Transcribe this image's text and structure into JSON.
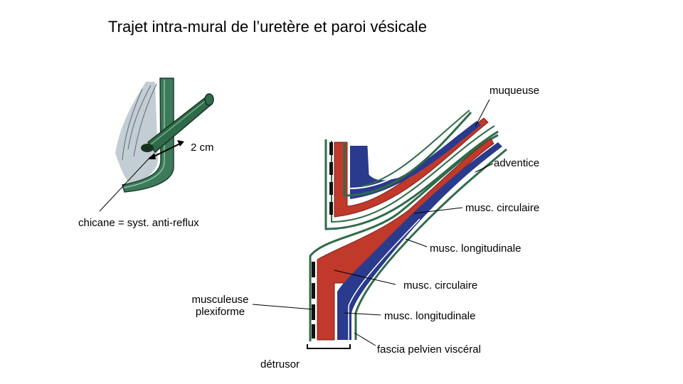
{
  "title": "Trajet intra-mural de l’uretère et paroi vésicale",
  "left_figure": {
    "measure": "2 cm",
    "chicane": "chicane = syst. anti-reflux"
  },
  "right_figure": {
    "muqueuse": "muqueuse",
    "adventice": "adventice",
    "musc_circulaire_1": "musc. circulaire",
    "musc_longitudinale_1": "musc. longitudinale",
    "musc_circulaire_2": "musc. circulaire",
    "musc_longitudinale_2": "musc. longitudinale",
    "musculeuse_line1": "musculeuse",
    "musculeuse_line2": "plexiforme",
    "fascia": "fascia pelvien viscéral",
    "detrusor": "détrusor"
  },
  "colors": {
    "mucosa_green": "#2f6b4a",
    "muscle_red": "#c0392b",
    "muscle_blue": "#2a3a8c",
    "bladder_grey": "#b8c4cc"
  }
}
